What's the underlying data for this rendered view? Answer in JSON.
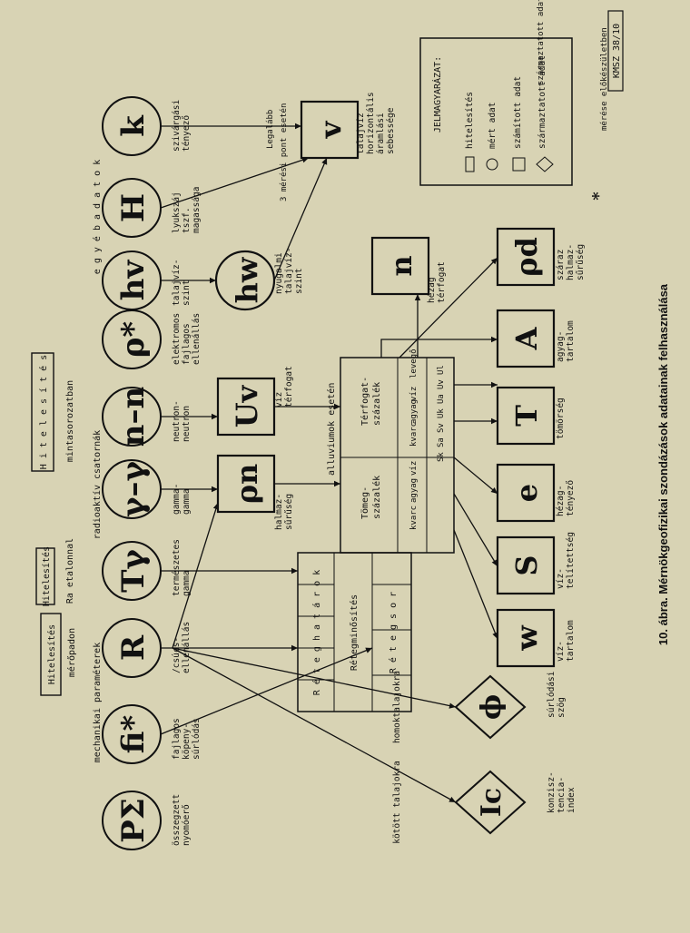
{
  "figure_caption": "10. ábra. Mérnökgeofizikai szondázások adatainak felhasználása",
  "stamp": "KMSZ 38/10",
  "note_star": "*",
  "note_text": "mérése előkészületben",
  "legend": {
    "title": "JELMAGYARÁZAT:",
    "items": [
      "hitelesítés",
      "mért adat",
      "számított adat",
      "származtatott adat"
    ]
  },
  "hitelesites_boxes": [
    "Hitelesítés",
    "Hitelesítés",
    "H i t e l e s í t é s"
  ],
  "top_labels": {
    "merőpadon": "mérőpadon",
    "ra_etalonnal": "Ra etalonnal",
    "mintasorozatban": "mintasorozatban",
    "mechanikai": "mechanikai paraméterek",
    "radioaktiv": "radioaktív csatornák",
    "egyeb": "e g y é b   a d a t o k"
  },
  "measured": [
    {
      "sym": "PΣ",
      "label": [
        "összegzett",
        "nyomóerő"
      ]
    },
    {
      "sym": "fi*",
      "label": [
        "fajlagos",
        "köpeny-",
        "súrlódás"
      ]
    },
    {
      "sym": "R",
      "label": [
        "/csúcs-",
        "ellenállás"
      ]
    },
    {
      "sym": "Tγ",
      "label": [
        "természetes",
        "gamma"
      ]
    },
    {
      "sym": "γ–γ",
      "label": [
        "gamma-",
        "gamma"
      ]
    },
    {
      "sym": "n–n",
      "label": [
        "neutron-",
        "neutron"
      ]
    },
    {
      "sym": "ρ*",
      "label": [
        "elektromos",
        "fajlagos",
        "ellenállás"
      ]
    },
    {
      "sym": "hv",
      "label": [
        "talajvíz-",
        "szint"
      ]
    },
    {
      "sym": "H",
      "label": [
        "lyukszáj",
        "tszf.",
        "magassága"
      ]
    },
    {
      "sym": "k",
      "label": [
        "szivárgási",
        "tényező"
      ]
    }
  ],
  "computed": [
    {
      "sym": "ρn",
      "label": [
        "halmaz-",
        "sűrűség"
      ]
    },
    {
      "sym": "Uv",
      "label": [
        "víz",
        "térfogat"
      ]
    },
    {
      "sym": "hw",
      "label": [
        "nyugalmi",
        "talajvíz-",
        "szint"
      ]
    },
    {
      "sym": "v",
      "label": [
        "talajvíz",
        "horizontális",
        "áramlási",
        "sebessége"
      ]
    }
  ],
  "hw_note": [
    "Legalább",
    "3 mérési pont esetén"
  ],
  "reteg_table": [
    "R é t e g h a t á r o k",
    "Rétegminősítés",
    "R é t e g s o r"
  ],
  "alluv": {
    "title": "alluviumok esetén",
    "tomeg": "Tömeg-",
    "tomeg2": "százalék",
    "terf": "Térfogat-",
    "terf2": "százalék",
    "rows": [
      "kvarc",
      "agyag",
      "víz",
      "kvarc",
      "agyag",
      "víz",
      "levegő"
    ],
    "subs": [
      "Sk",
      "Sa",
      "Sv",
      "Uk",
      "Ua",
      "Uv",
      "Ul"
    ]
  },
  "derived": [
    {
      "sym": "w",
      "label": [
        "víz-",
        "tartalom"
      ]
    },
    {
      "sym": "S",
      "label": [
        "víz-",
        "telítettség"
      ]
    },
    {
      "sym": "e",
      "label": [
        "hézag-",
        "tényező"
      ]
    },
    {
      "sym": "T",
      "label": [
        "tömörség"
      ]
    },
    {
      "sym": "A",
      "label": [
        "agyag-",
        "tartalom"
      ]
    },
    {
      "sym": "ρd",
      "label": [
        "száraz",
        "halmaz-",
        "sűrűség"
      ]
    },
    {
      "sym": "n",
      "label": [
        "hézag",
        "térfogat"
      ]
    }
  ],
  "diamonds": [
    {
      "sym": "Ic",
      "label": [
        "konzisz-",
        "tencia-",
        "index"
      ],
      "edge": "kötött talajokra"
    },
    {
      "sym": "ϕ",
      "label": [
        "súrlódási",
        "szög"
      ],
      "edge": "homoktalajokra"
    }
  ]
}
